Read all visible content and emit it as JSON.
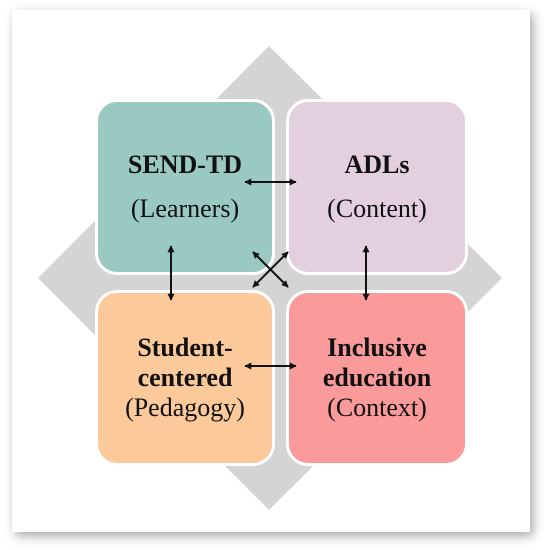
{
  "colors": {
    "background": "#ffffff",
    "diamond": "#d4d4d4",
    "box_learners": "#99c9c0",
    "box_content": "#e3d0df",
    "box_pedagogy": "#fcc99b",
    "box_context": "#fb9a9a",
    "arrow": "#111111"
  },
  "boxes": {
    "learners": {
      "title": "SEND-TD",
      "subtitle": "(Learners)"
    },
    "content": {
      "title": "ADLs",
      "subtitle": "(Content)"
    },
    "pedagogy": {
      "title_line1": "Student-",
      "title_line2": "centered",
      "subtitle": "(Pedagogy)"
    },
    "context": {
      "title_line1": "Inclusive",
      "title_line2": "education",
      "subtitle": "(Context)"
    }
  },
  "connectors": [
    {
      "from": "learners",
      "to": "content",
      "type": "bidirectional-arrow"
    },
    {
      "from": "learners",
      "to": "pedagogy",
      "type": "bidirectional-arrow"
    },
    {
      "from": "content",
      "to": "context",
      "type": "bidirectional-arrow"
    },
    {
      "from": "pedagogy",
      "to": "context",
      "type": "bidirectional-arrow"
    },
    {
      "from": "learners",
      "to": "context",
      "type": "bidirectional-arrow"
    },
    {
      "from": "content",
      "to": "pedagogy",
      "type": "bidirectional-arrow"
    }
  ]
}
